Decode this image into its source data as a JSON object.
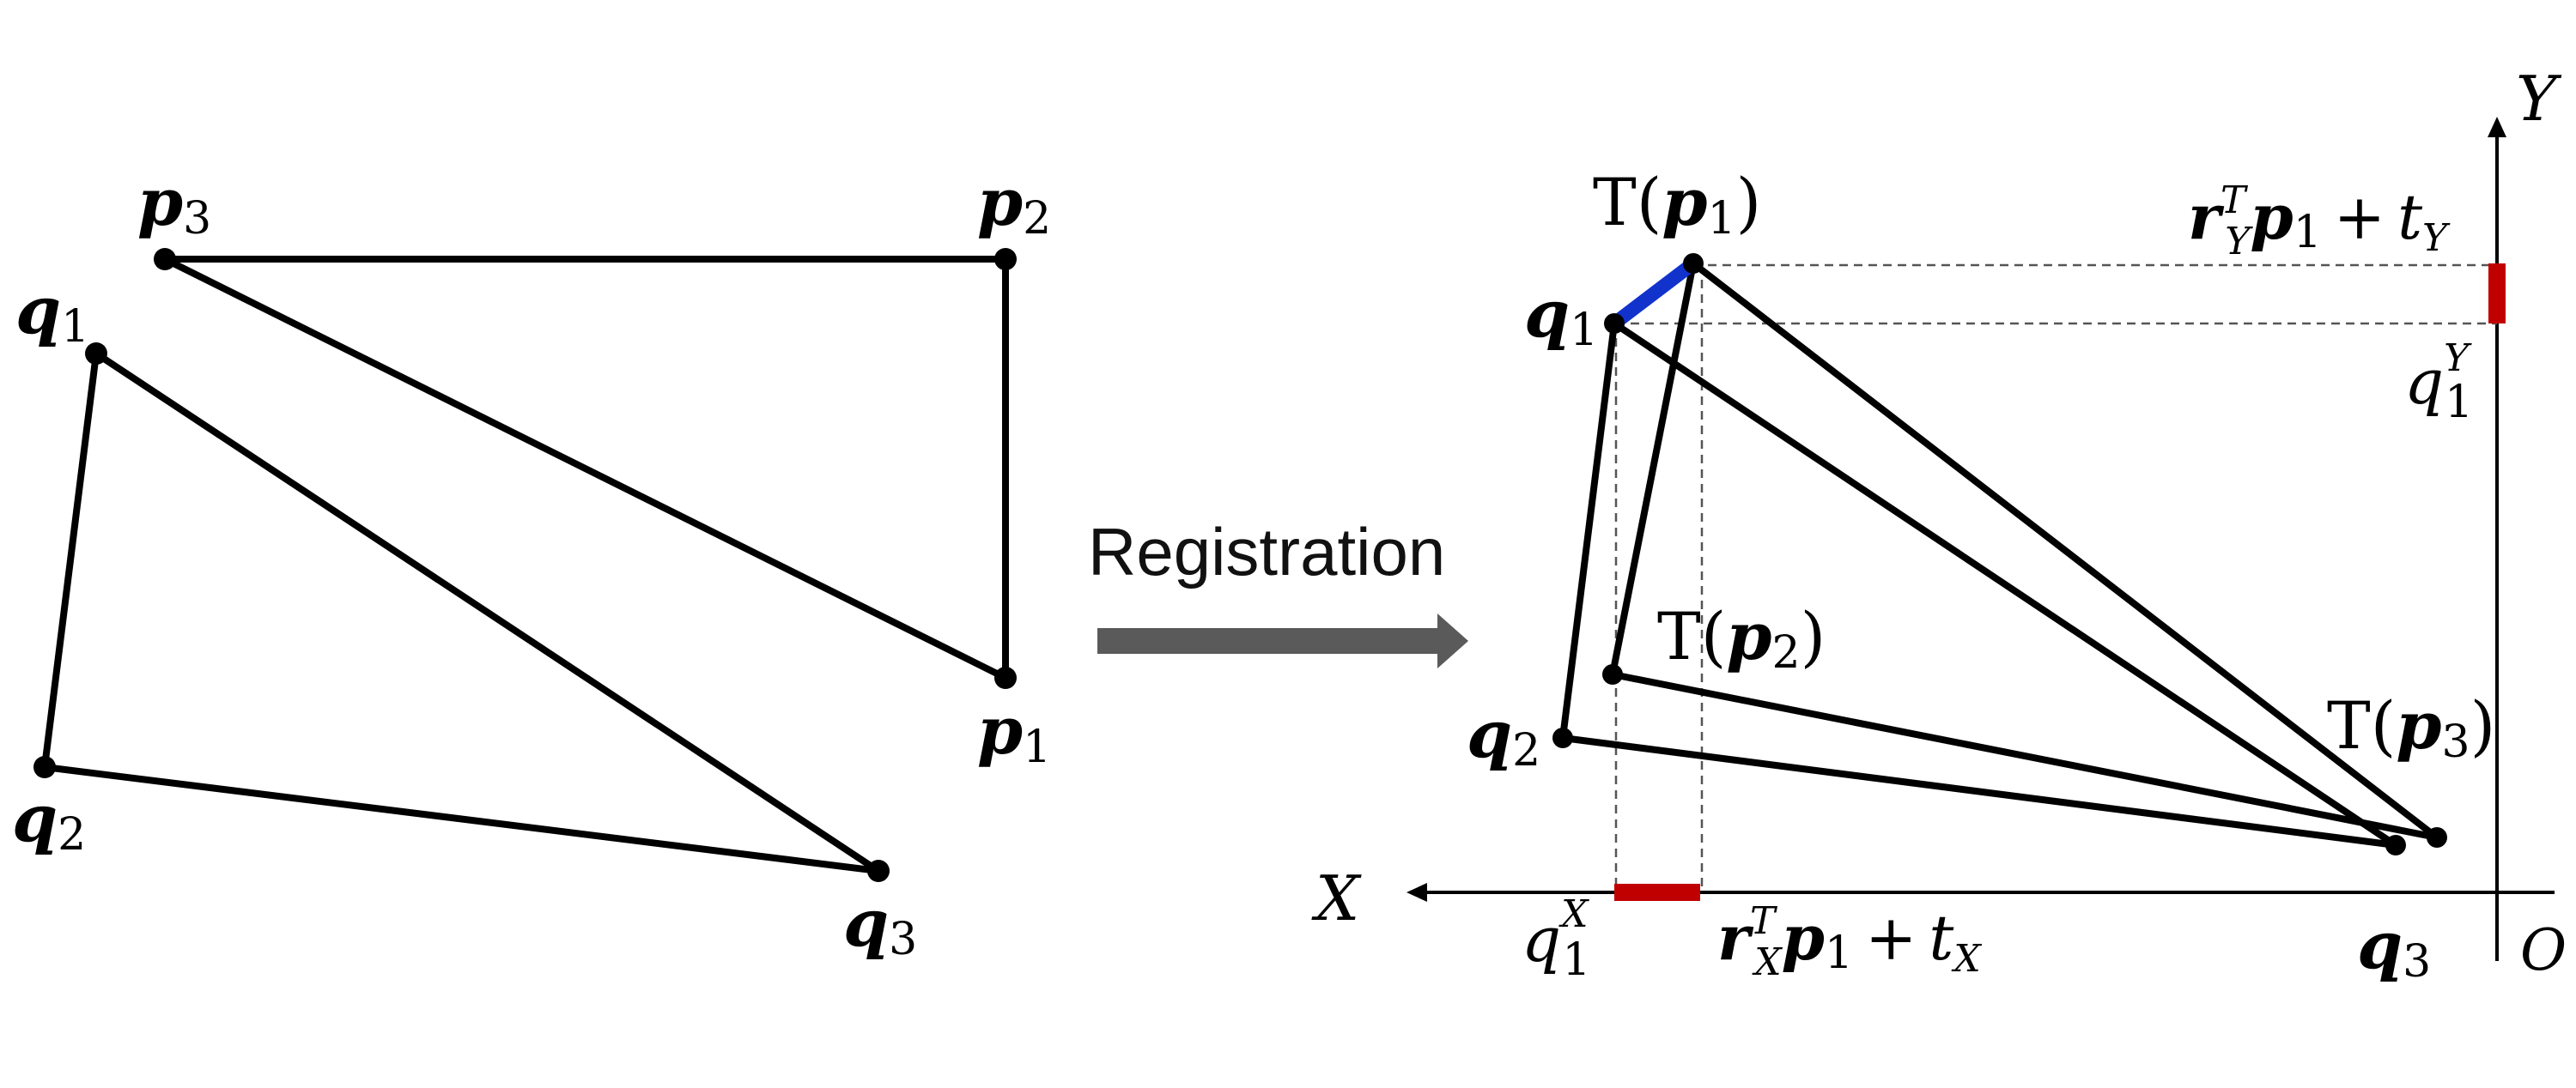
{
  "left_figure": {
    "points": {
      "p3": {
        "base": "p",
        "sub": "3"
      },
      "p2": {
        "base": "p",
        "sub": "2"
      },
      "p1": {
        "base": "p",
        "sub": "1"
      },
      "q1": {
        "base": "q",
        "sub": "1"
      },
      "q2": {
        "base": "q",
        "sub": "2"
      },
      "q3": {
        "base": "q",
        "sub": "3"
      }
    }
  },
  "arrow": {
    "label": "Registration",
    "color": "#5a5a5a"
  },
  "right_figure": {
    "labels": {
      "Tp1": {
        "pre": "T(",
        "base": "p",
        "sub": "1",
        "post": ")"
      },
      "Tp2": {
        "pre": "T(",
        "base": "p",
        "sub": "2",
        "post": ")"
      },
      "Tp3": {
        "pre": "T(",
        "base": "p",
        "sub": "3",
        "post": ")"
      },
      "q1": {
        "base": "q",
        "sub": "1"
      },
      "q2": {
        "base": "q",
        "sub": "2"
      },
      "q3": {
        "base": "q",
        "sub": "3"
      }
    },
    "axes": {
      "x_label": "X",
      "y_label": "Y",
      "origin_label": "O"
    },
    "projections": {
      "y_top": {
        "r": "r",
        "rsub": "Y",
        "rsup": "T",
        "p": "p",
        "psub": "1",
        "plus": "+",
        "t": "t",
        "tsub": "Y"
      },
      "y_bottom": {
        "base": "q",
        "sub": "1",
        "sup": "Y"
      },
      "x_left": {
        "base": "q",
        "sub": "1",
        "sup": "X"
      },
      "x_right": {
        "r": "r",
        "rsub": "X",
        "rsup": "T",
        "p": "p",
        "psub": "1",
        "plus": "+",
        "t": "t",
        "tsub": "X"
      }
    },
    "colors": {
      "highlight_blue": "#1133cc",
      "highlight_red": "#c00000"
    }
  }
}
